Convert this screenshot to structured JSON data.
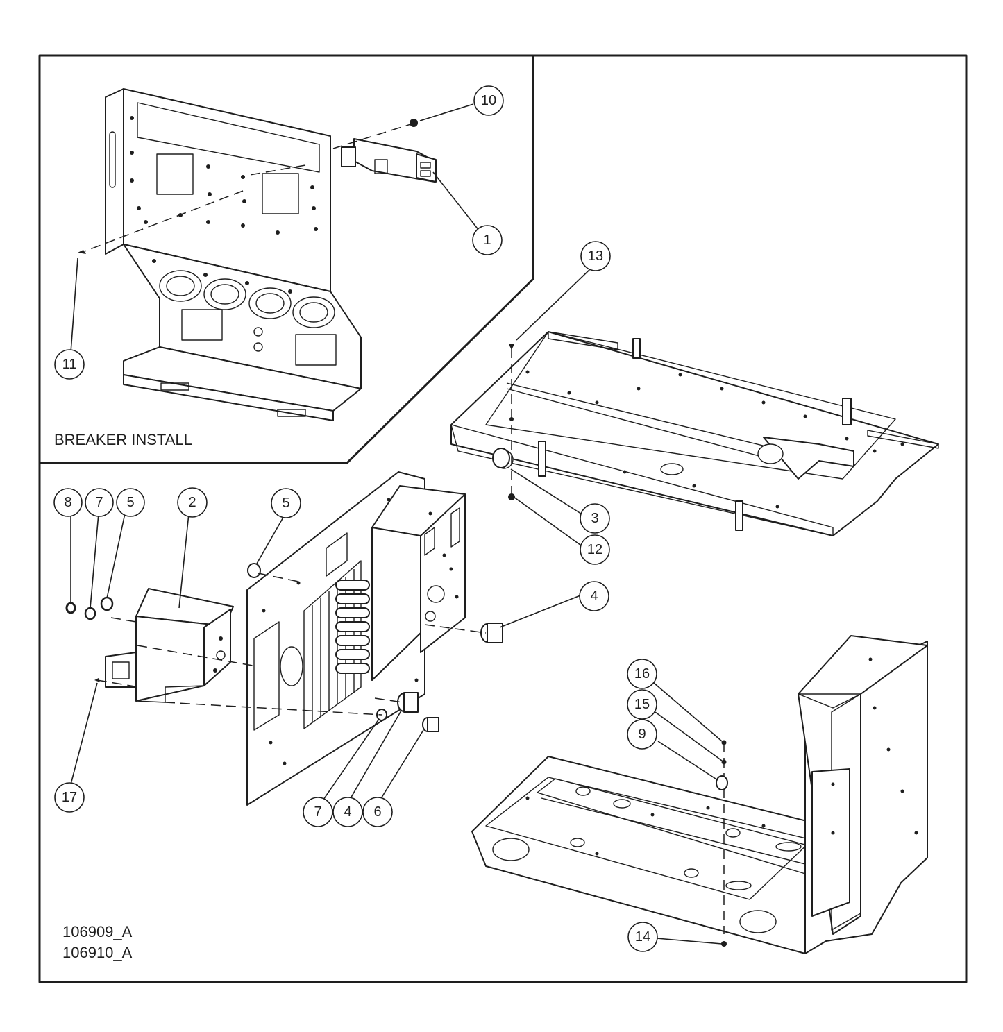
{
  "inset_title": "BREAKER INSTALL",
  "drawing_numbers": [
    "106909_A",
    "106910_A"
  ],
  "callouts": [
    {
      "id": "c10",
      "label": "10"
    },
    {
      "id": "c1",
      "label": "1"
    },
    {
      "id": "c11",
      "label": "11"
    },
    {
      "id": "c13",
      "label": "13"
    },
    {
      "id": "c3",
      "label": "3"
    },
    {
      "id": "c12",
      "label": "12"
    },
    {
      "id": "c8",
      "label": "8"
    },
    {
      "id": "c7a",
      "label": "7"
    },
    {
      "id": "c5a",
      "label": "5"
    },
    {
      "id": "c2",
      "label": "2"
    },
    {
      "id": "c5b",
      "label": "5"
    },
    {
      "id": "c4a",
      "label": "4"
    },
    {
      "id": "c16",
      "label": "16"
    },
    {
      "id": "c15",
      "label": "15"
    },
    {
      "id": "c9",
      "label": "9"
    },
    {
      "id": "c17",
      "label": "17"
    },
    {
      "id": "c7b",
      "label": "7"
    },
    {
      "id": "c4b",
      "label": "4"
    },
    {
      "id": "c6",
      "label": "6"
    },
    {
      "id": "c14",
      "label": "14"
    }
  ]
}
